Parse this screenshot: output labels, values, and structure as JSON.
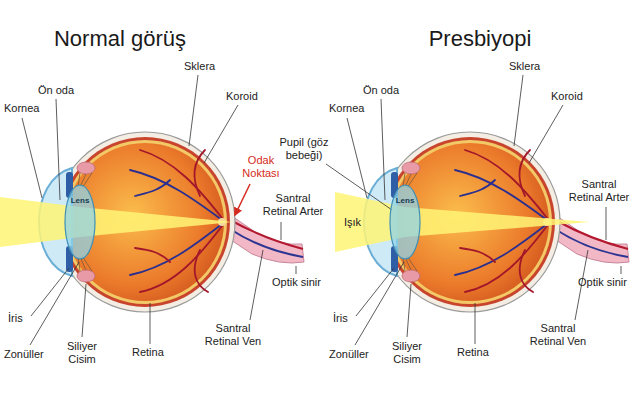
{
  "diagram": {
    "nodes": [
      {
        "text": [
          "Lens"
        ]
      },
      {
        "text": [
          "Lens"
        ]
      }
    ],
    "labels": [
      "Normal görüş",
      "Presbiyopi",
      "Ön oda",
      "Kornea",
      "Sklera",
      "Koroid",
      "Odak Noktası",
      "Santral Retinal Arter",
      "Optik sinir",
      "İris",
      "Zonüller",
      "Siliyer Cisim",
      "Retina",
      "Santral Retinal Ven",
      "Pupil (göz bebeği)",
      "Ön oda",
      "Kornea",
      "Sklera",
      "Koroid",
      "Işık",
      "Santral Retinal Arter",
      "Optik sinir",
      "İris",
      "Zonüller",
      "Siliyer Cisim",
      "Retina",
      "Santral Retinal Ven"
    ]
  }
}
